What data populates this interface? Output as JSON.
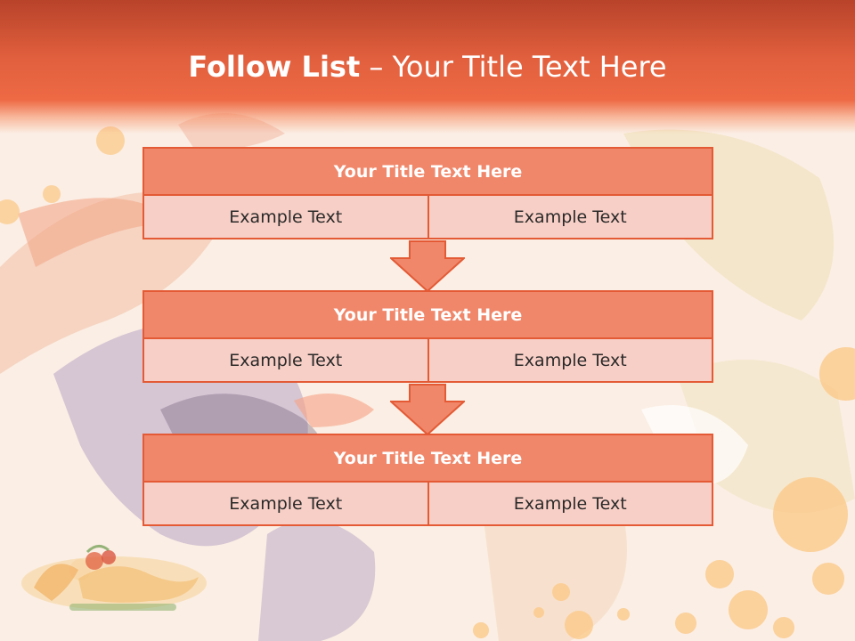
{
  "slide": {
    "title_bold": "Follow List",
    "title_rest": " – Your Title Text Here"
  },
  "blocks": [
    {
      "title": "Your Title Text Here",
      "left": "Example Text",
      "right": "Example Text"
    },
    {
      "title": "Your Title Text Here",
      "left": "Example Text",
      "right": "Example Text"
    },
    {
      "title": "Your Title Text Here",
      "left": "Example Text",
      "right": "Example Text"
    }
  ],
  "colors": {
    "header_dark": "#b8432a",
    "header": "#ee6a45",
    "block_title_fill": "#f0876a",
    "block_border": "#e35a35",
    "cell_fill": "#f8cfc6",
    "circles": "#fbc98a"
  }
}
